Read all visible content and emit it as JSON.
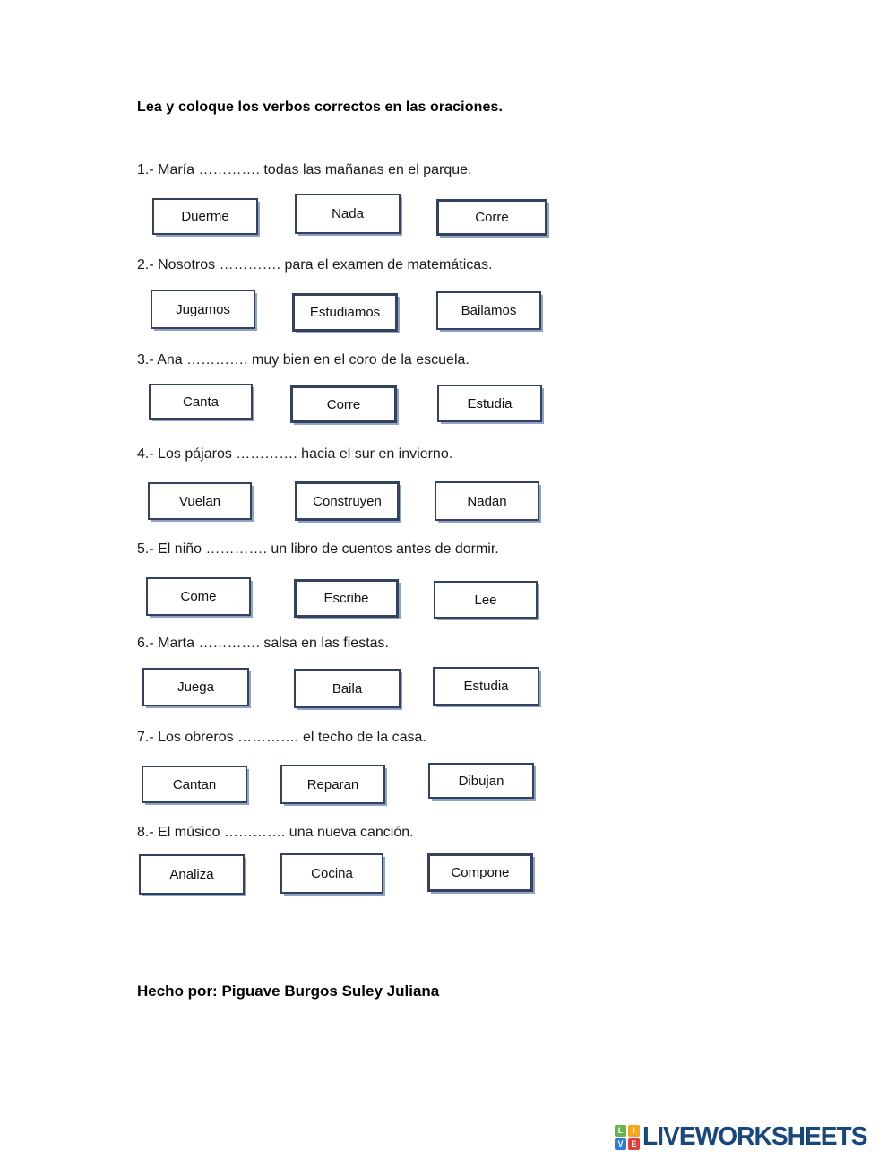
{
  "title": "Lea y coloque los verbos correctos en las oraciones.",
  "questions": [
    {
      "sentence": "1.- María …………. todas las mañanas en el parque.",
      "options": [
        "Duerme",
        "Nada",
        "Corre"
      ]
    },
    {
      "sentence": "2.- Nosotros …………. para el examen de matemáticas.",
      "options": [
        "Jugamos",
        "Estudiamos",
        "Bailamos"
      ]
    },
    {
      "sentence": "3.- Ana …………. muy bien en el coro de la escuela.",
      "options": [
        "Canta",
        "Corre",
        "Estudia"
      ]
    },
    {
      "sentence": "4.- Los pájaros …………. hacia el sur en invierno.",
      "options": [
        "Vuelan",
        "Construyen",
        "Nadan"
      ]
    },
    {
      "sentence": "5.- El niño …………. un libro de cuentos antes de dormir.",
      "options": [
        "Come",
        "Escribe",
        "Lee"
      ]
    },
    {
      "sentence": "6.- Marta …………. salsa en las fiestas.",
      "options": [
        "Juega",
        "Baila",
        "Estudia"
      ]
    },
    {
      "sentence": "7.- Los obreros …………. el techo de la casa.",
      "options": [
        "Cantan",
        "Reparan",
        "Dibujan"
      ]
    },
    {
      "sentence": "8.- El músico …………. una nueva canción.",
      "options": [
        "Analiza",
        "Cocina",
        "Compone"
      ]
    }
  ],
  "footer": "Hecho por: Piguave Burgos Suley Juliana",
  "logo": {
    "text": "LIVEWORKSHEETS",
    "text_color": "#17477e",
    "tiles": [
      {
        "letter": "L",
        "color": "#62b84a"
      },
      {
        "letter": "I",
        "color": "#f8a61c"
      },
      {
        "letter": "V",
        "color": "#2e7cdd"
      },
      {
        "letter": "E",
        "color": "#e23d38"
      }
    ]
  },
  "colors": {
    "box_border": "#34425f",
    "box_shadow": "#8ea3c6",
    "text": "#000000"
  }
}
